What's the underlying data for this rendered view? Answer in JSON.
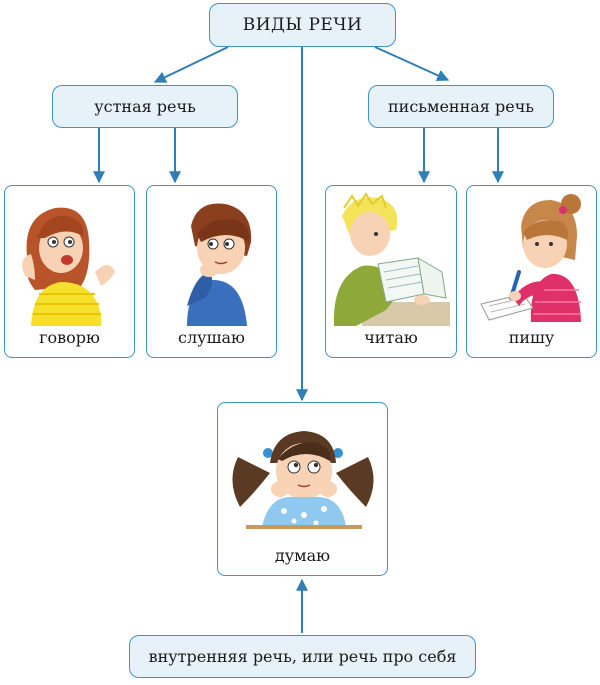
{
  "diagram": {
    "root": "ВИДЫ РЕЧИ",
    "oral": {
      "label": "устная речь",
      "children": [
        "говорю",
        "слушаю"
      ]
    },
    "written": {
      "label": "письменная речь",
      "children": [
        "читаю",
        "пишу"
      ]
    },
    "thinking": "думаю",
    "inner": "внутренняя речь, или речь про себя"
  },
  "colors": {
    "border": "#3f93c6",
    "box_fill": "#e6f1f8",
    "arrow": "#2f7fb6"
  }
}
